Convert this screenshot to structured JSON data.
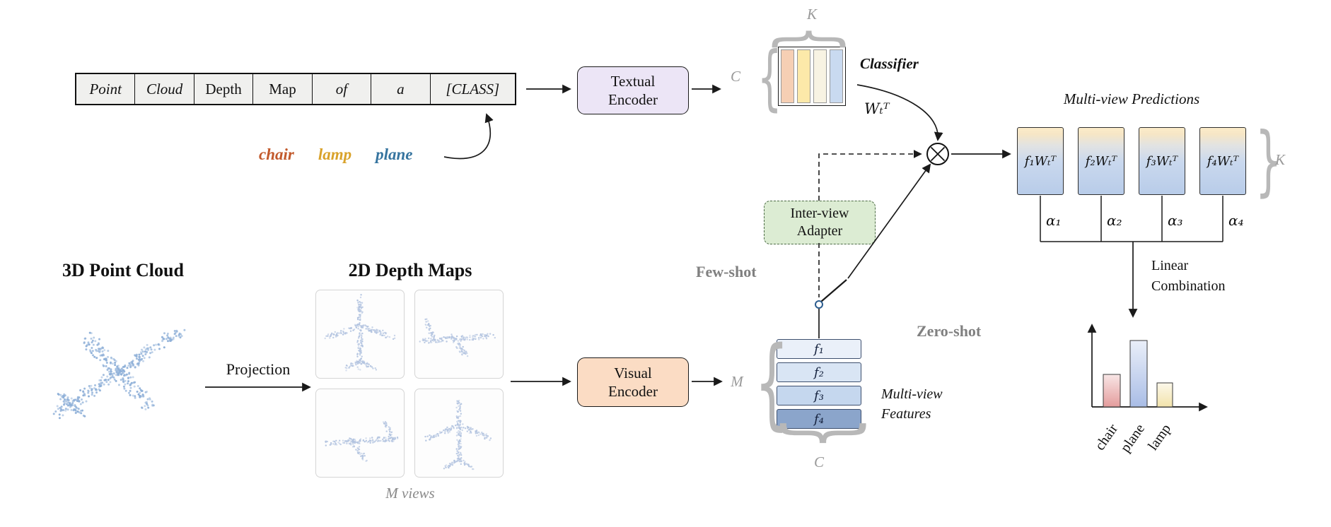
{
  "prompt": {
    "cells": [
      {
        "text": "Point",
        "italic": true
      },
      {
        "text": "Cloud",
        "italic": true
      },
      {
        "text": "Depth",
        "italic": false
      },
      {
        "text": "Map",
        "italic": false
      },
      {
        "text": "of",
        "italic": true
      },
      {
        "text": "a",
        "italic": true
      },
      {
        "text": "[CLASS]",
        "italic": true
      }
    ],
    "classes": [
      {
        "label": "chair",
        "color": "#c2592b"
      },
      {
        "label": "lamp",
        "color": "#d9a22a"
      },
      {
        "label": "plane",
        "color": "#36749f"
      }
    ]
  },
  "encoders": {
    "textual": "Textual Encoder",
    "visual": "Visual Encoder"
  },
  "adapter": {
    "label": "Inter-view Adapter"
  },
  "classifier": {
    "label": "Classifier",
    "weight": "Wₜᵀ"
  },
  "modes": {
    "few_shot": "Few-shot",
    "zero_shot": "Zero-shot"
  },
  "embedding": {
    "c": "C",
    "k": "K"
  },
  "features": {
    "rows": [
      "f₁",
      "f₂",
      "f₃",
      "f₄"
    ],
    "m": "M",
    "c": "C",
    "caption": "Multi-view Features"
  },
  "predictions": {
    "title": "Multi-view Predictions",
    "boxes": [
      "f₁Wₜᵀ",
      "f₂Wₜᵀ",
      "f₃Wₜᵀ",
      "f₄Wₜᵀ"
    ],
    "alphas": [
      "α₁",
      "α₂",
      "α₃",
      "α₄"
    ],
    "k": "K"
  },
  "combination": {
    "label": "Linear Combination"
  },
  "left": {
    "pointcloud_title": "3D Point Cloud",
    "depthmaps_title": "2D Depth Maps",
    "projection": "Projection",
    "views_caption": "M views"
  },
  "icons": {
    "brace_left": "{",
    "brace_right": "}",
    "fusion": "circled-times"
  },
  "chart_data": {
    "type": "bar",
    "categories": [
      "chair",
      "plane",
      "lamp"
    ],
    "values": [
      0.49,
      1.0,
      0.36
    ],
    "values_are_relative": true,
    "colors": [
      "#e49c9c",
      "#a9bde6",
      "#f2e3ab"
    ],
    "xlabel": "",
    "ylabel": "",
    "ylim": [
      0,
      1
    ],
    "legend": false,
    "grid": false
  }
}
